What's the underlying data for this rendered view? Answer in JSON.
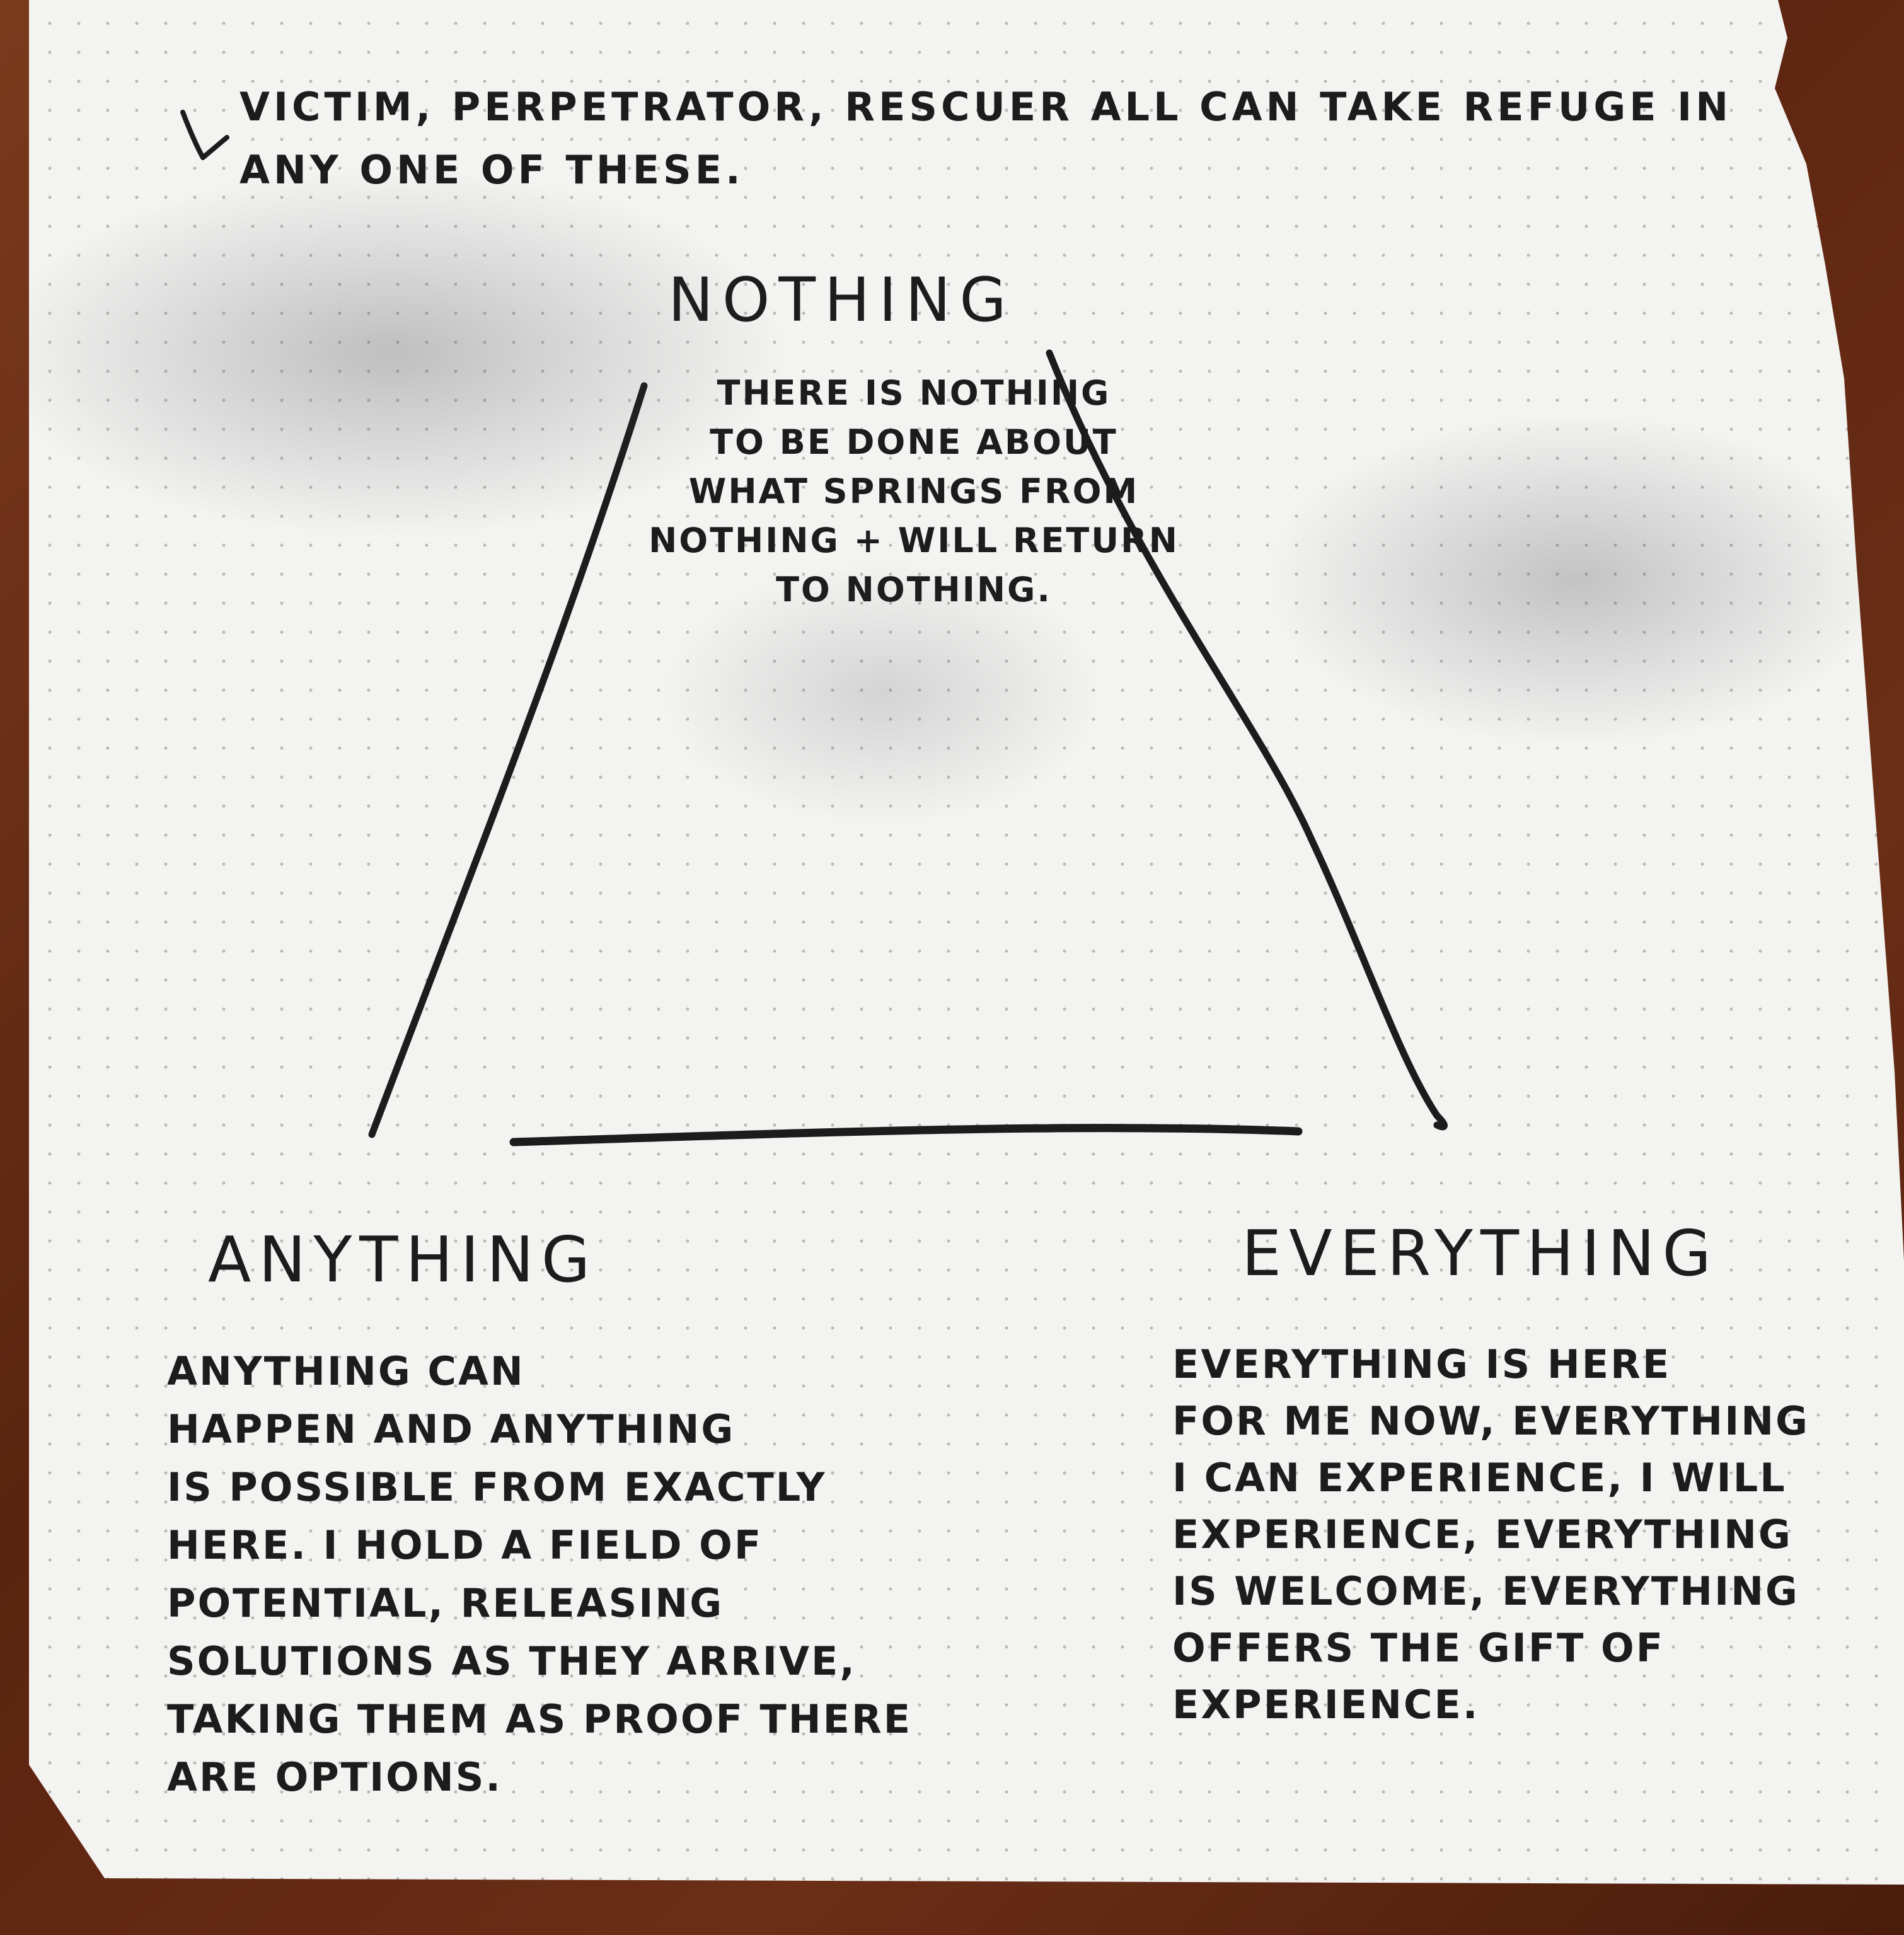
{
  "note": {
    "text": "VICTIM, PERPETRATOR, RESCUER ALL CAN TAKE REFUGE IN\nANY ONE OF THESE."
  },
  "vertices": {
    "top": {
      "label": "NOTHING",
      "description": "THERE IS NOTHING\nTO BE DONE ABOUT\nWHAT SPRINGS FROM\nNOTHING + WILL RETURN\nTO NOTHING."
    },
    "left": {
      "label": "ANYTHING",
      "description": "ANYTHING CAN\nHAPPEN AND ANYTHING\nIS POSSIBLE FROM EXACTLY\nHERE. I HOLD A FIELD OF\nPOTENTIAL, RELEASING\nSOLUTIONS AS THEY ARRIVE,\nTAKING THEM AS PROOF THERE\nARE OPTIONS."
    },
    "right": {
      "label": "EVERYTHING",
      "description": "EVERYTHING IS HERE\nFOR ME NOW, EVERYTHING\nI CAN EXPERIENCE, I WILL\nEXPERIENCE, EVERYTHING\nIS WELCOME, EVERYTHING\nOFFERS THE GIFT OF\nEXPERIENCE."
    }
  },
  "colors": {
    "ink": "#1c1c1c",
    "paper": "#f3f3f1",
    "table": "#6b2e16"
  }
}
